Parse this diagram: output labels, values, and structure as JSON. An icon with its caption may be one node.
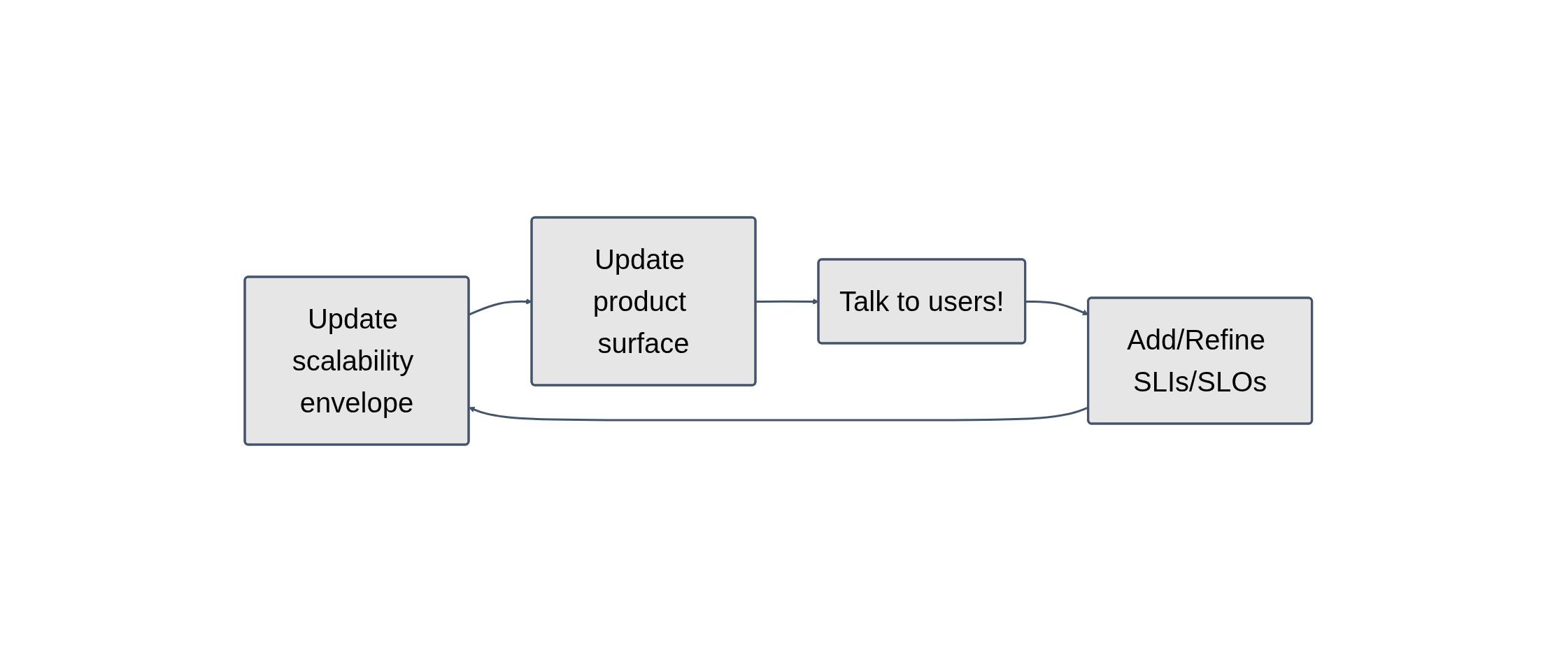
{
  "diagram": {
    "nodes": [
      {
        "text": [
          "Update scalability envelope"
        ]
      },
      {
        "text": [
          "Add/Refine SLIs/SLOs"
        ]
      },
      {
        "text": [
          "Update product surface"
        ]
      },
      {
        "text": [
          "Talk to users!"
        ]
      }
    ],
    "edges": [
      {
        "from": 1,
        "to": 0,
        "arrow": "to"
      },
      {
        "from": 0,
        "to": 2,
        "arrow": "to"
      },
      {
        "from": 2,
        "to": 3,
        "arrow": "to"
      },
      {
        "from": 3,
        "to": 1,
        "arrow": "to"
      }
    ]
  }
}
